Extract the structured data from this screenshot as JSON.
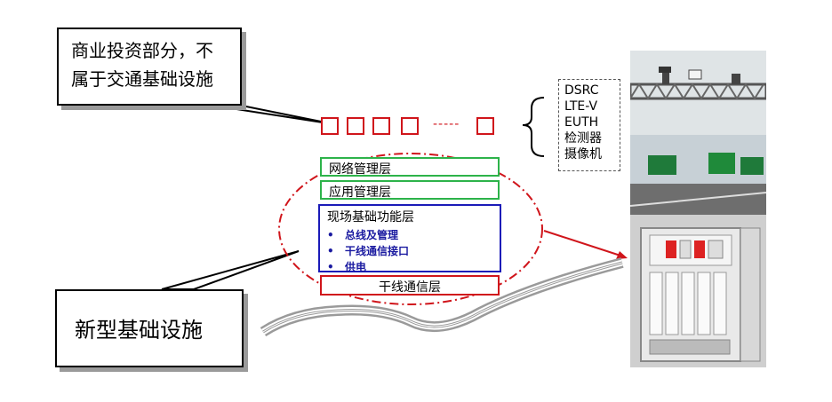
{
  "callouts": {
    "commercial_line1": "商业投资部分，不",
    "commercial_line2": "属于交通基础设施",
    "new_infrastructure": "新型基础设施"
  },
  "layers": {
    "network": "网络管理层",
    "application": "应用管理层",
    "field": {
      "title": "现场基础功能层",
      "items": [
        "总线及管理",
        "干线通信接口",
        "供电"
      ]
    },
    "trunk": "干线通信层"
  },
  "devices": [
    "DSRC",
    "LTE-V",
    "EUTH",
    "检测器",
    "摄像机"
  ],
  "separator": "-----",
  "colors": {
    "red": "#d0151b",
    "green": "#2db34a",
    "blue": "#1b1bb8",
    "gray": "#9a9a9a"
  }
}
